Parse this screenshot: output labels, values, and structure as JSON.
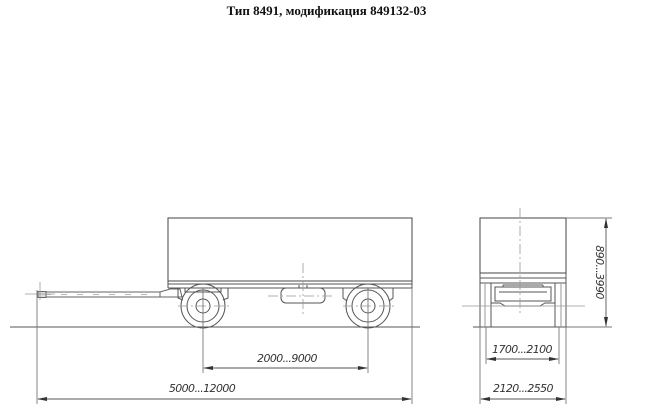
{
  "title": "Тип 8491, модификация 849132-03",
  "side_view": {
    "wheelbase_dimension": "2000...9000",
    "overall_length_dimension": "5000...12000"
  },
  "rear_view": {
    "track_dimension": "1700...2100",
    "overall_width_dimension": "2120...2550",
    "height_dimension": "890...3990"
  },
  "colors": {
    "line": "#555555",
    "centerline": "#999999",
    "background": "#ffffff"
  }
}
